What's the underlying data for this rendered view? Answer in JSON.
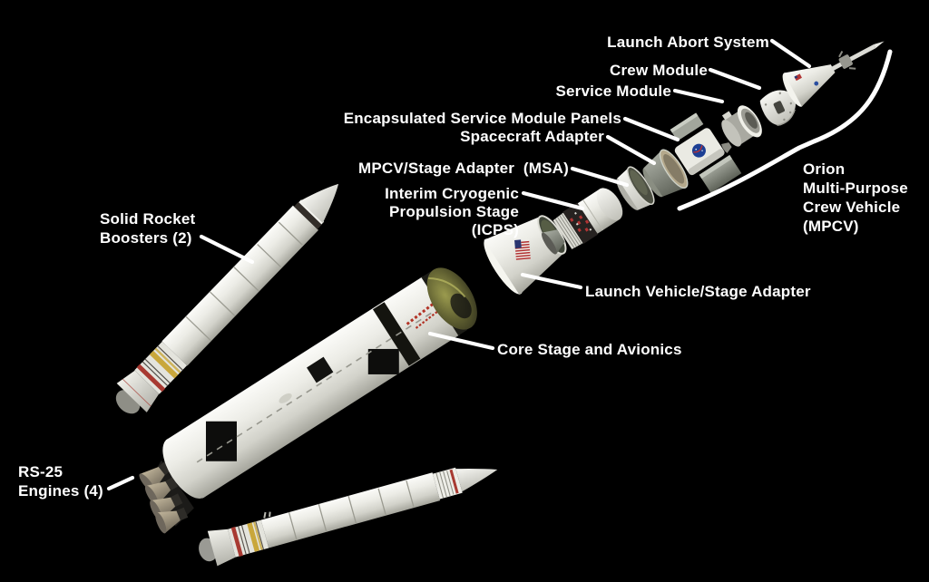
{
  "background_color": "#000000",
  "text_color": "#ffffff",
  "labels": {
    "launch_abort_system": "Launch Abort System",
    "crew_module": "Crew Module",
    "service_module": "Service Module",
    "esm_panels": "Encapsulated Service Module Panels",
    "spacecraft_adapter": "Spacecraft Adapter",
    "mpcv_stage_adapter": "MPCV/Stage Adapter  (MSA)",
    "icps": {
      "line1": "Interim Cryogenic",
      "line2": "Propulsion Stage",
      "line3": "(ICPS)"
    },
    "orion": {
      "line1": "Orion",
      "line2": "Multi-Purpose",
      "line3": "Crew Vehicle",
      "line4": "(MPCV)"
    },
    "solid_rocket_boosters": {
      "line1": "Solid Rocket",
      "line2": "Boosters (2)"
    },
    "launch_vehicle_stage_adapter": "Launch Vehicle/Stage Adapter",
    "core_stage": "Core Stage and Avionics",
    "rs25_engines": {
      "line1": "RS-25",
      "line2": "Engines (4)"
    }
  },
  "colors": {
    "booster_yellow": "#c9a73b",
    "booster_red": "#a83a32",
    "nasa_blue": "#1c3f94",
    "flag_blue": "#2a3570",
    "flag_red": "#b23232",
    "core_dome_olive": "#6a6a38",
    "metal_gray": "#8f938a"
  }
}
